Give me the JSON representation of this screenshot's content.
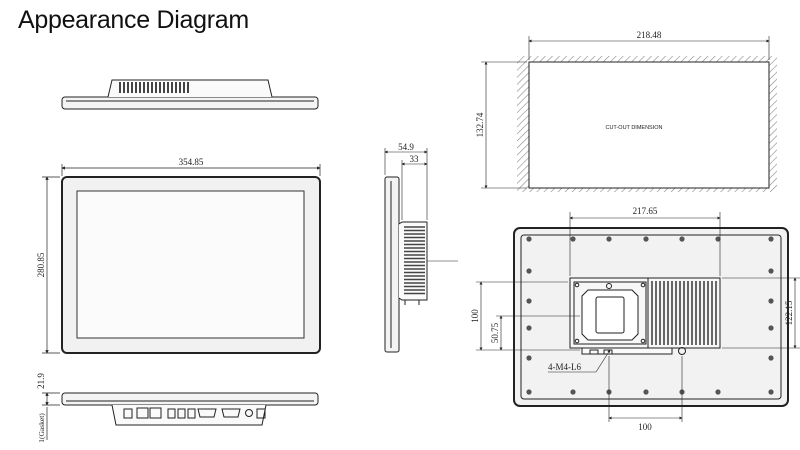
{
  "title": "Appearance Diagram",
  "dimensions": {
    "front_width": "354.85",
    "front_height": "280.85",
    "side_depth_total": "54.9",
    "side_depth_body": "33",
    "cutout_width": "218.48",
    "cutout_height": "132.74",
    "cutout_label": "CUT-OUT DIMENSION",
    "rear_mount_width": "217.65",
    "rear_mount_height": "122.15",
    "rear_offset_100_vertical": "100",
    "rear_offset_5075": "50.75",
    "rear_offset_100_horizontal": "100",
    "screw_spec": "4-M4-L6",
    "bottom_thickness": "21.9",
    "gasket_label": "1(Gasket)"
  },
  "colors": {
    "line": "#222222",
    "frame": "#f2f2f2",
    "screen": "#fafafa",
    "hatch": "#888888",
    "vent": "#555555"
  }
}
